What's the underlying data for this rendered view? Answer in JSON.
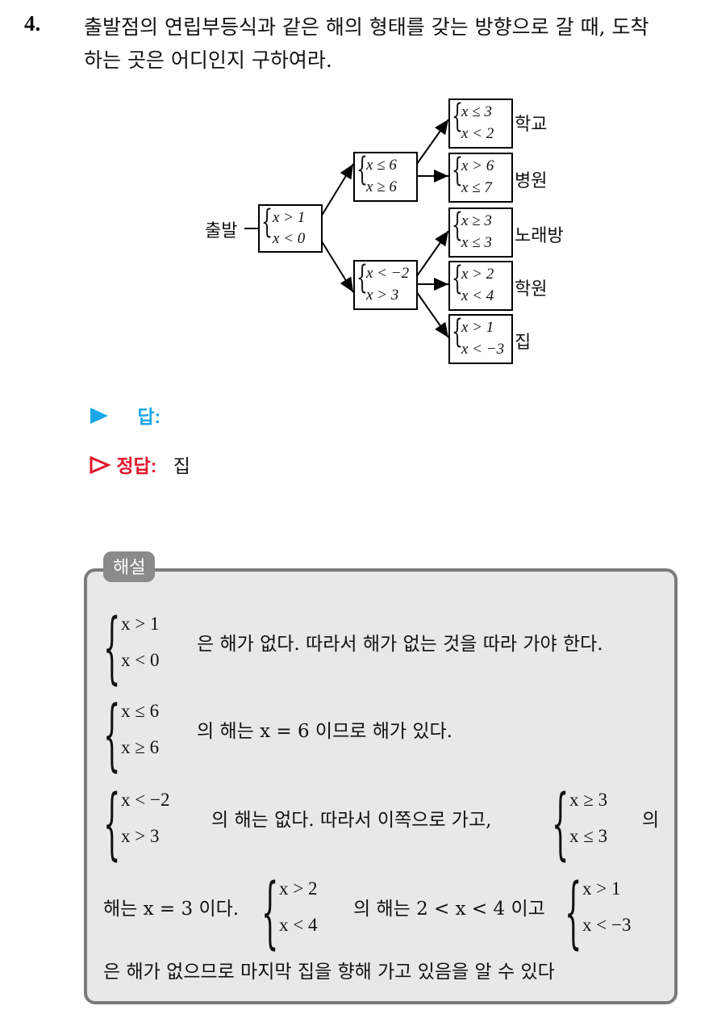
{
  "question": {
    "number": "4.",
    "line1": "출발점의 연립부등식과 같은 해의 형태를 갖는 방향으로 갈 때, 도착",
    "line2": "하는 곳은 어디인지 구하여라."
  },
  "tree": {
    "start_label": "출발",
    "root": {
      "a": "x > 1",
      "b": "x < 0"
    },
    "mid_upper": {
      "a": "x ≤ 6",
      "b": "x ≥ 6"
    },
    "mid_lower": {
      "a": "x < −2",
      "b": "x > 3"
    },
    "leaves": [
      {
        "a": "x ≤ 3",
        "b": "x < 2",
        "place": "학교"
      },
      {
        "a": "x > 6",
        "b": "x ≤ 7",
        "place": "병원"
      },
      {
        "a": "x ≥ 3",
        "b": "x ≤ 3",
        "place": "노래방"
      },
      {
        "a": "x > 2",
        "b": "x < 4",
        "place": "학원"
      },
      {
        "a": "x > 1",
        "b": "x < −3",
        "place": "집"
      }
    ]
  },
  "answer": {
    "label": "답:",
    "correct_label": "정답:",
    "correct_value": "집",
    "colors": {
      "answer": "#1aa6e8",
      "correct": "#e0162b"
    }
  },
  "explanation": {
    "tag": "해설",
    "s1": {
      "a": "x > 1",
      "b": "x < 0"
    },
    "t1": "은 해가 없다. 따라서 해가 없는 것을 따라 가야 한다.",
    "s2": {
      "a": "x ≤ 6",
      "b": "x ≥ 6"
    },
    "t2": "의 해는 x = 6 이므로 해가 있다.",
    "s3": {
      "a": "x < −2",
      "b": "x > 3"
    },
    "t3": "의 해는 없다. 따라서 이쪽으로 가고,",
    "s4": {
      "a": "x ≥ 3",
      "b": "x ≤ 3"
    },
    "t4": "의",
    "t5": "해는 x = 3 이다.",
    "s5": {
      "a": "x > 2",
      "b": "x < 4"
    },
    "t6": "의 해는 2 < x < 4 이고",
    "s6": {
      "a": "x > 1",
      "b": "x < −3"
    },
    "t7": "은 해가 없으므로 마지막 집을 향해 가고 있음을 알 수 있다"
  }
}
